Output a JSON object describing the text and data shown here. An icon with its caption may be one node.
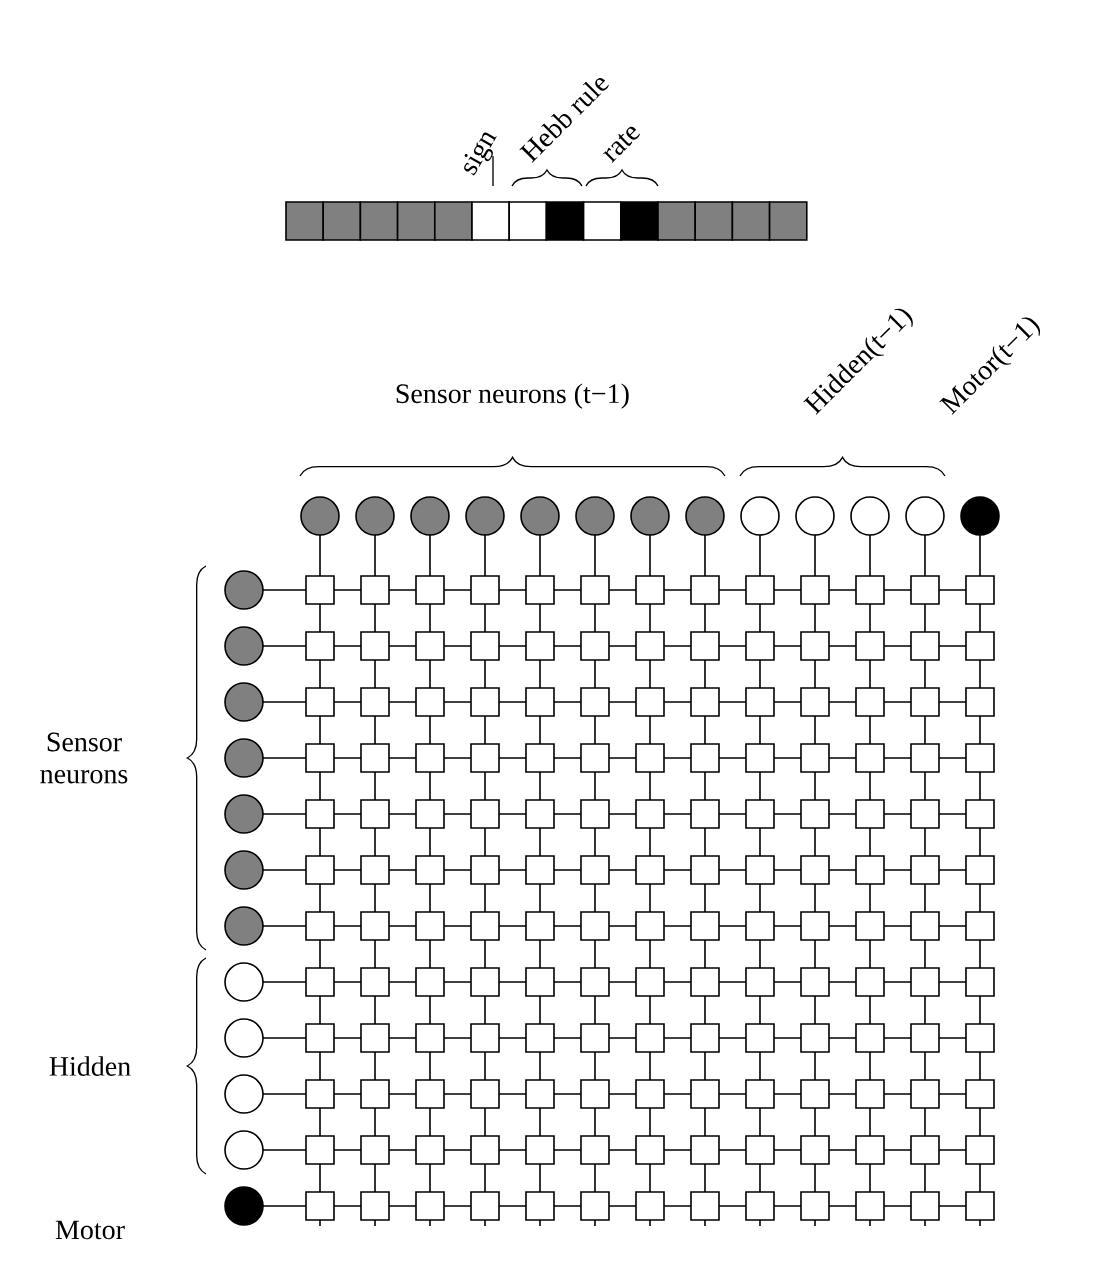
{
  "diagram": {
    "labels": [
      "sign",
      "Hebb rule",
      "rate",
      "Sensor neurons (t−1)",
      "Hidden(t−1)",
      "Motor(t−1)",
      "Sensor neurons",
      "Hidden",
      "Motor"
    ]
  }
}
